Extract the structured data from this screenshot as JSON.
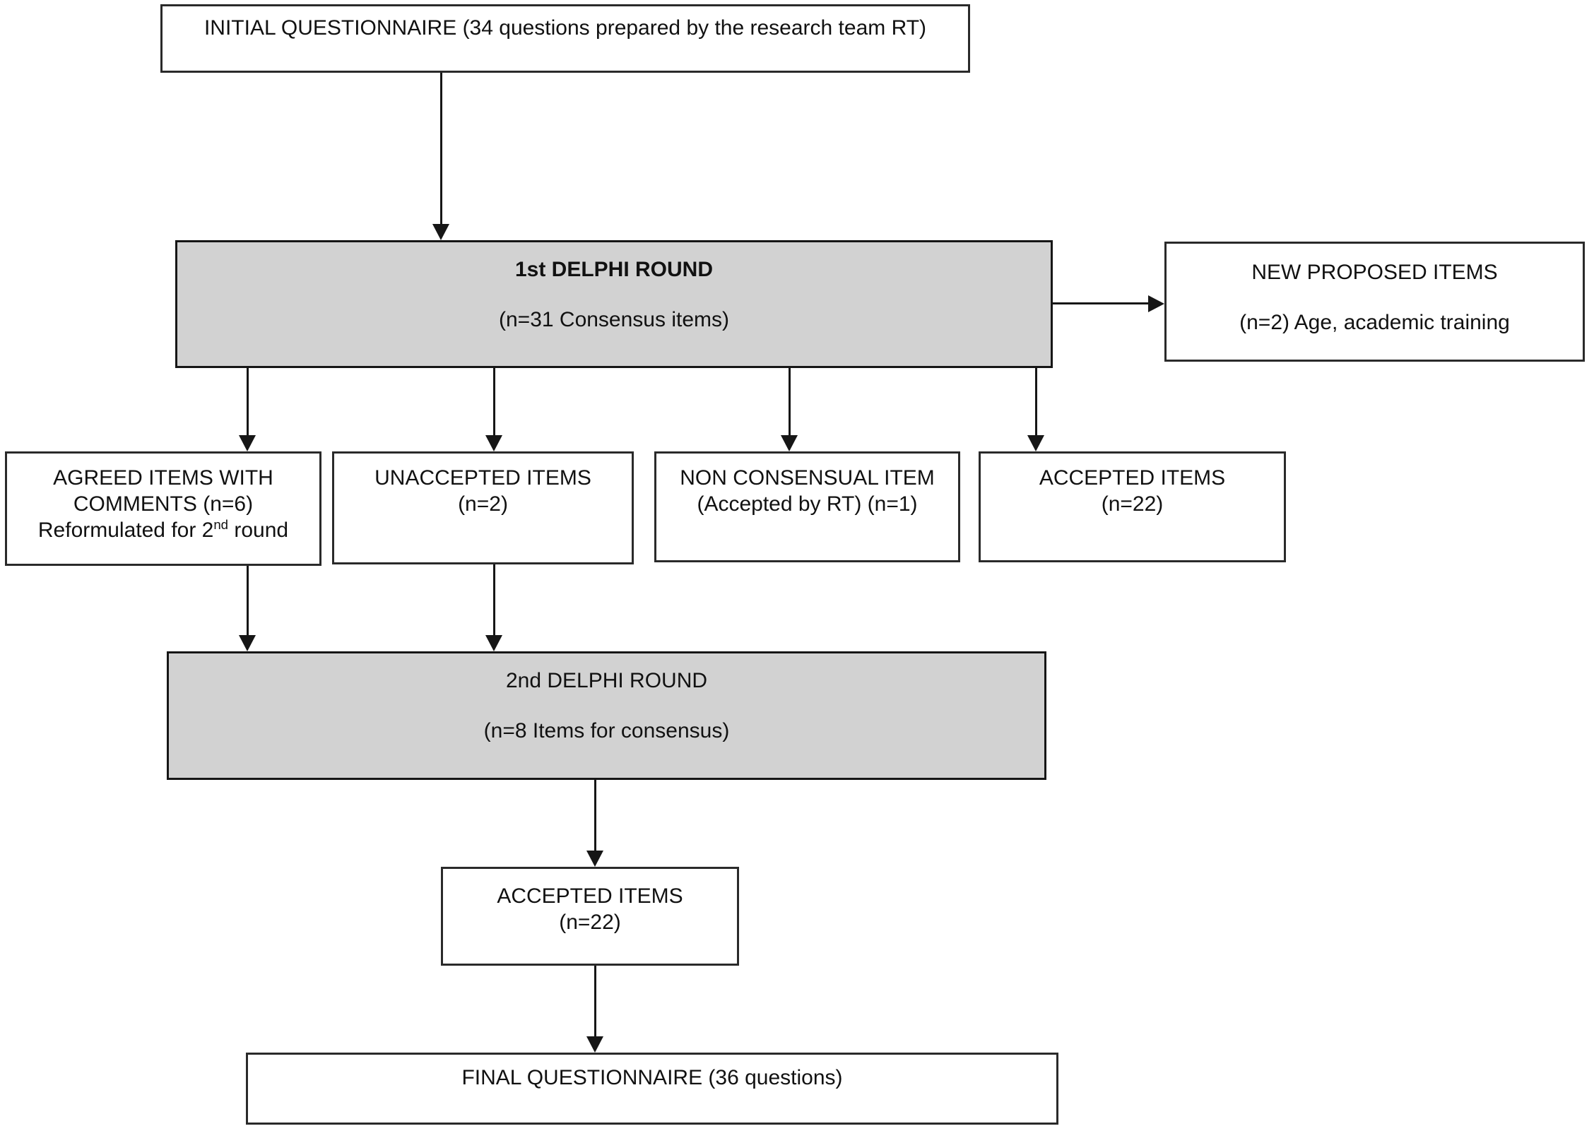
{
  "diagram": {
    "colors": {
      "background": "#ffffff",
      "gray_fill": "#d2d2d2",
      "border": "#2a2a2a",
      "border_dark": "#161616"
    },
    "nodes": {
      "initial": {
        "text": "INITIAL QUESTIONNAIRE (34 questions prepared by the research team RT)"
      },
      "round1": {
        "title": "1st DELPHI ROUND",
        "subtitle": "(n=31 Consensus items)"
      },
      "new_items": {
        "title": "NEW PROPOSED ITEMS",
        "subtitle": "(n=2) Age, academic training"
      },
      "agreed": {
        "line1": "AGREED ITEMS WITH",
        "line2": "COMMENTS (n=6)",
        "line3_prefix": "Reformulated for 2",
        "line3_sup": "nd",
        "line3_suffix": " round"
      },
      "unaccepted": {
        "line1": "UNACCEPTED ITEMS",
        "line2": "(n=2)"
      },
      "non_consensual": {
        "line1": "NON CONSENSUAL ITEM",
        "line2": "(Accepted by RT) (n=1)"
      },
      "accepted_round1": {
        "line1": "ACCEPTED ITEMS",
        "line2": "(n=22)"
      },
      "round2": {
        "title": "2nd DELPHI ROUND",
        "subtitle": "(n=8 Items for consensus)"
      },
      "accepted_round2": {
        "line1": "ACCEPTED ITEMS",
        "line2": "(n=22)"
      },
      "final": {
        "text": "FINAL QUESTIONNAIRE (36 questions)"
      }
    }
  }
}
